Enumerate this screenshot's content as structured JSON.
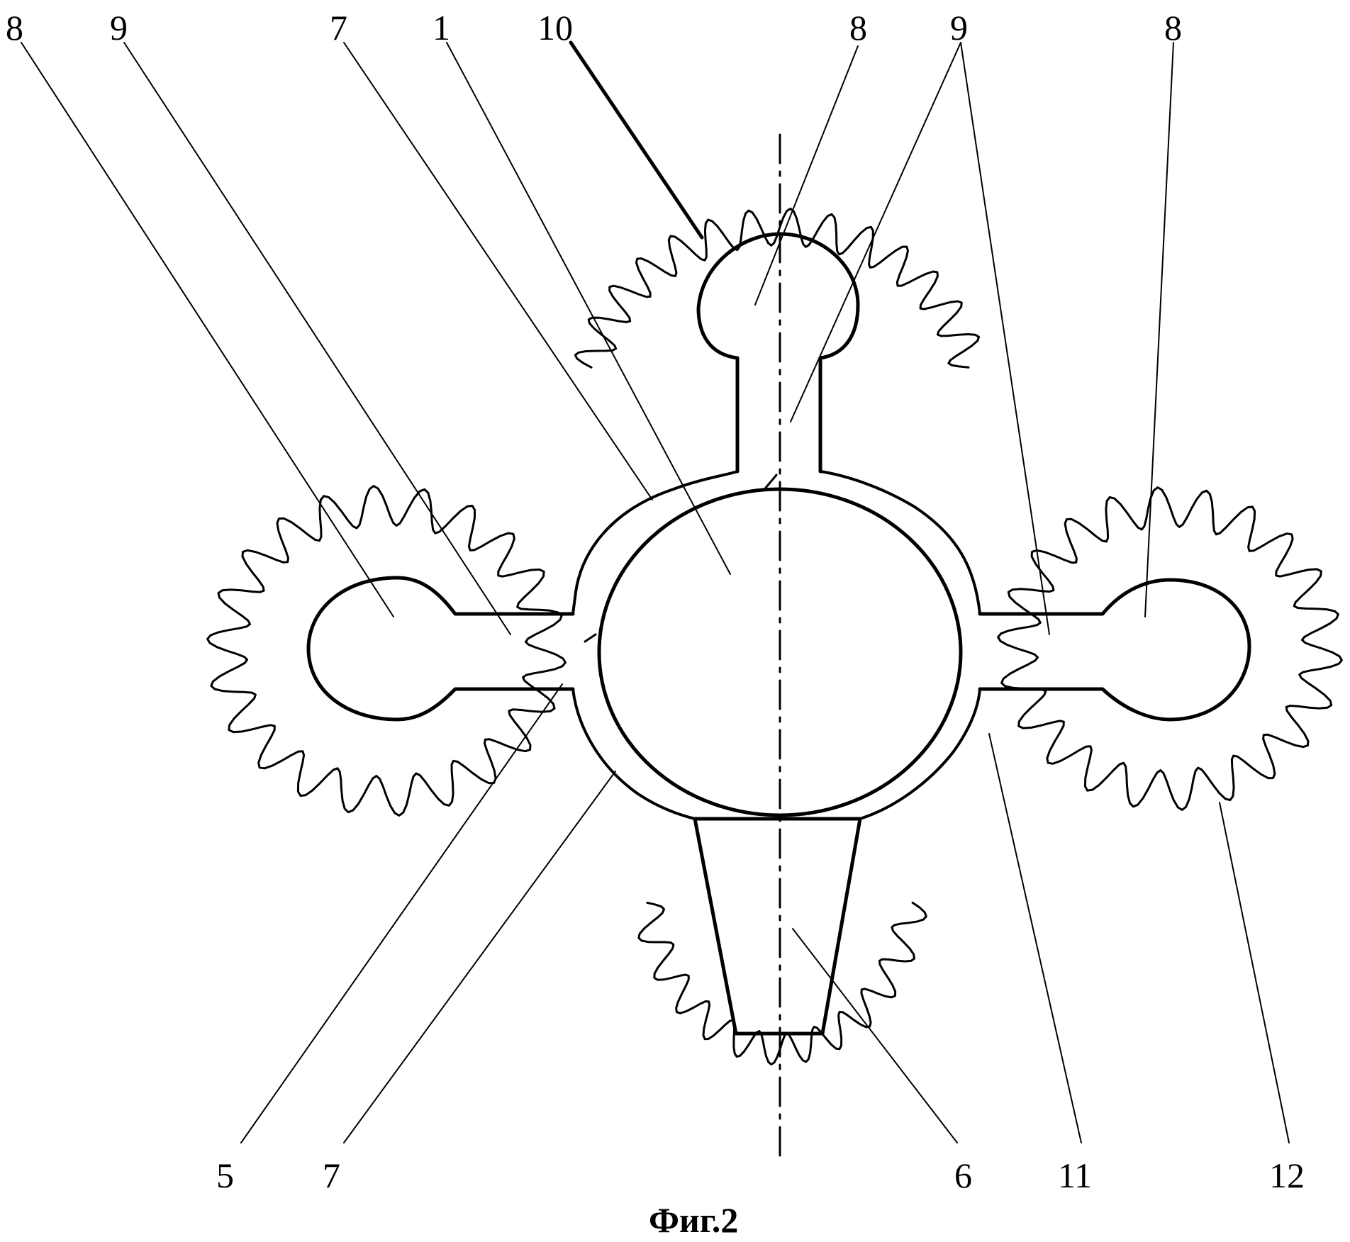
{
  "figure": {
    "caption": "Фиг.2",
    "labels_top": [
      "8",
      "9",
      "7",
      "1",
      "10",
      "8",
      "9",
      "8"
    ],
    "labels_bottom": [
      "5",
      "7",
      "6",
      "11",
      "12"
    ]
  }
}
